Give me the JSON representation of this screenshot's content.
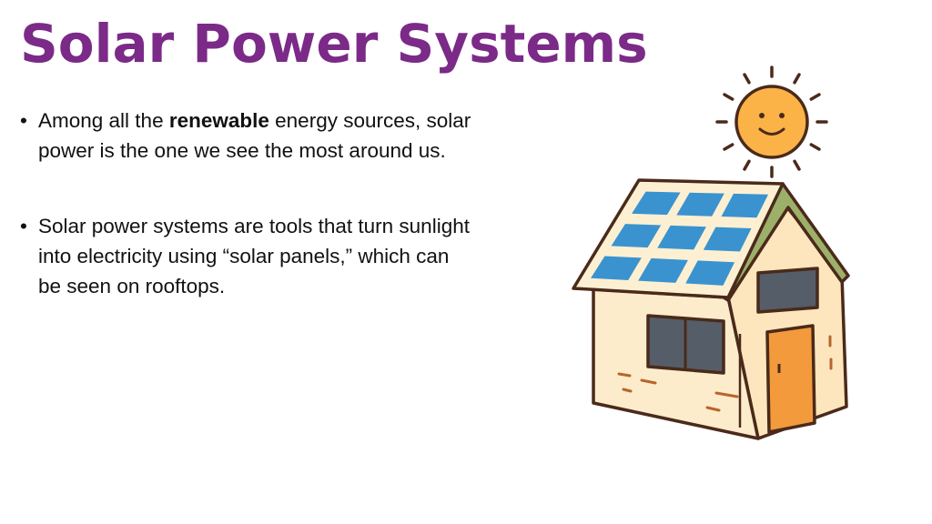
{
  "title": "Solar Power Systems",
  "bullets": [
    {
      "pre": "Among all the ",
      "bold": "renewable",
      "post": " energy sources, solar power is the one we see the most around us."
    },
    {
      "text": "Solar power systems are tools that turn sunlight into electricity using “solar panels,” which can be seen on rooftops."
    }
  ],
  "colors": {
    "title": "#7b2a88",
    "panel": "#3a93cf",
    "wall": "#fdeccb",
    "door": "#f39a3c",
    "sun": "#fbb347",
    "roof_edge": "#9cb06a",
    "outline": "#4a2a1a"
  }
}
